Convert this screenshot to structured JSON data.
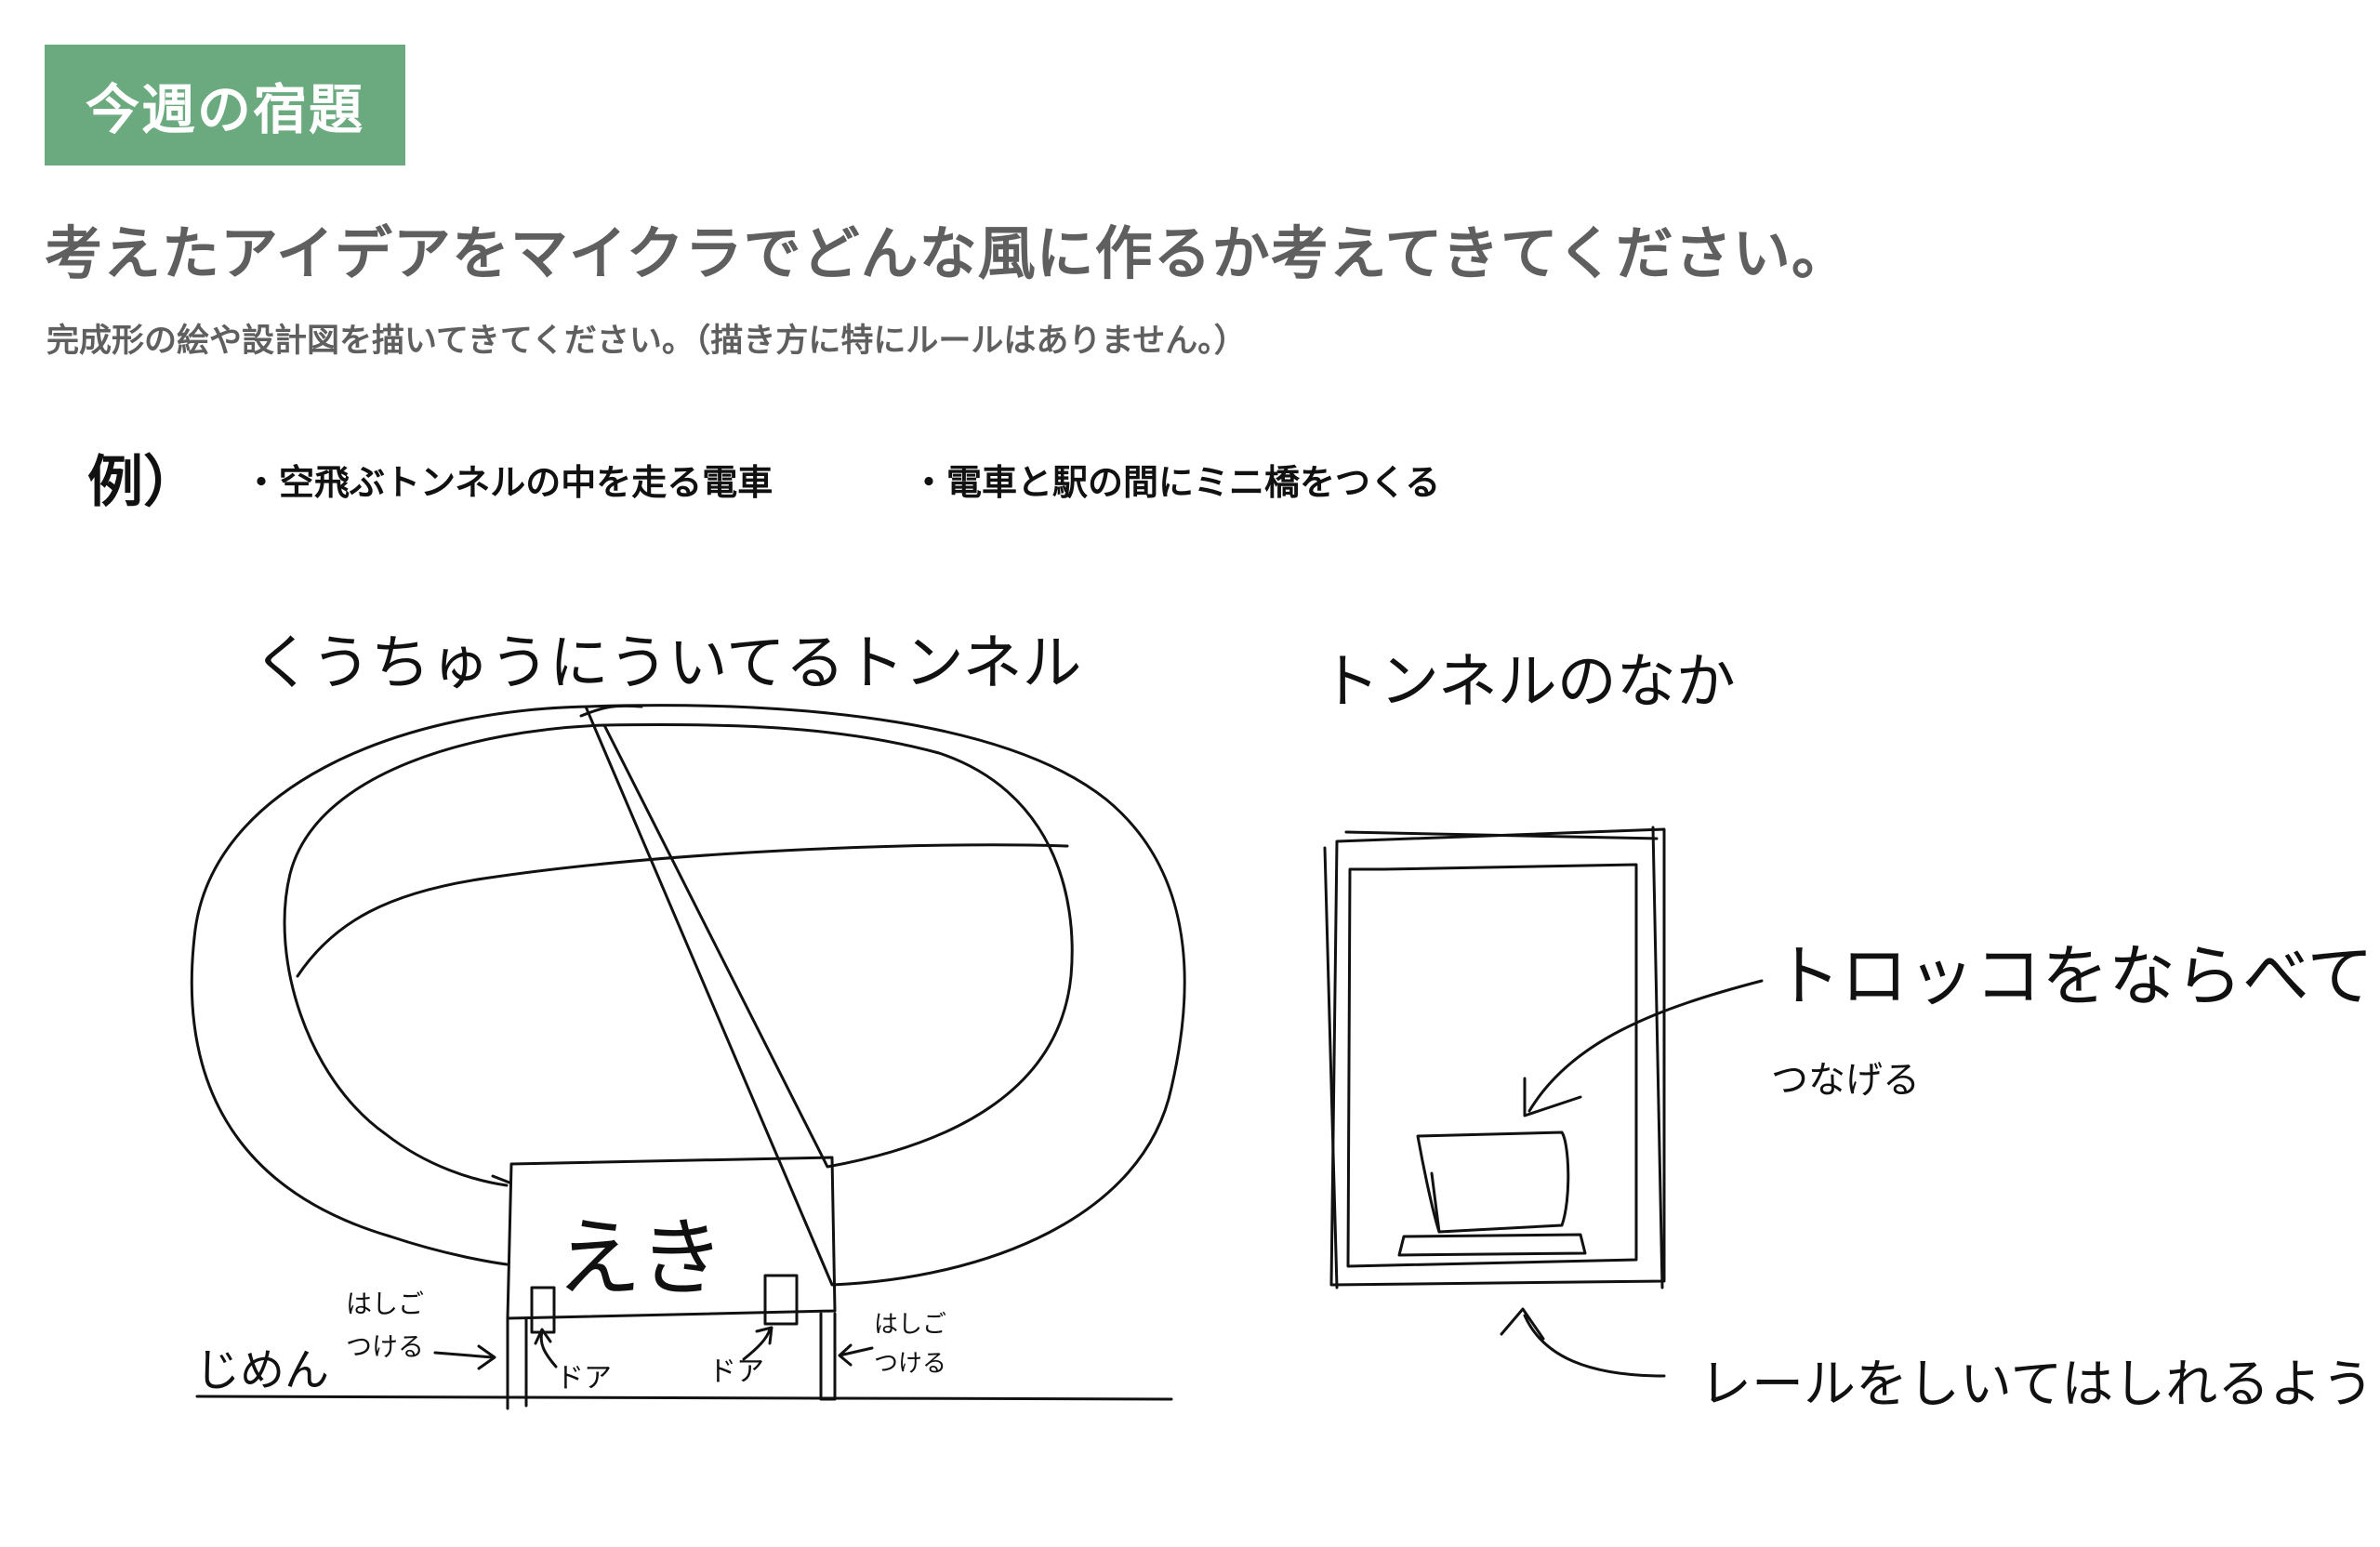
{
  "header": {
    "badge": "今週の宿題",
    "headline": "考えたアイデアをマイクラでどんな風に作るか考えてきてください。",
    "subline": "完成形の絵や設計図を描いてきてください。（描き方に特にルールはありません。）"
  },
  "example": {
    "label": "例）",
    "bullets": [
      "・空飛ぶトンネルの中を走る電車",
      "・電車と駅の間にミニ橋をつくる"
    ]
  },
  "sketch_left": {
    "title": "くうちゅうにういてるトンネル",
    "station": "えき",
    "ground": "じめん",
    "ladder_left_1": "はしご",
    "ladder_left_2": "つける",
    "ladder_right_1": "はしご",
    "ladder_right_2": "つける",
    "door_left": "ドア",
    "door_right": "ドア"
  },
  "sketch_right": {
    "title": "トンネルのなか",
    "cart_1": "トロッコをならべて",
    "cart_2": "つなげる",
    "rail": "レールをしいてはしれるように"
  }
}
